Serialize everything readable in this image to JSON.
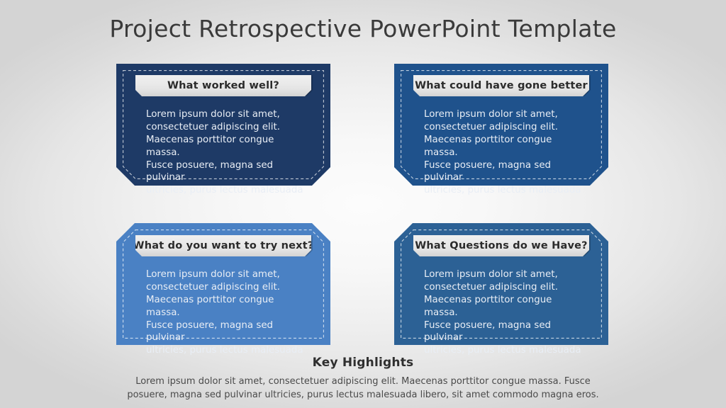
{
  "slide": {
    "title": "Project Retrospective PowerPoint Template",
    "background_edge_color": "#d4d4d4",
    "background_center_color": "#fcfcfc"
  },
  "cards": [
    {
      "id": "what-worked-well",
      "label": "What worked well?",
      "body": "Lorem ipsum dolor sit amet,\nconsectetuer adipiscing elit.\nMaecenas porttitor congue massa.\nFusce posuere, magna sed pulvinar\nultricies, purus lectus malesuada",
      "fill_color": "#1e3a66",
      "position": "top-left"
    },
    {
      "id": "what-could-have-gone-better",
      "label": "What could have gone better",
      "body": "Lorem ipsum dolor sit amet,\nconsectetuer adipiscing elit.\nMaecenas porttitor congue massa.\nFusce posuere, magna sed pulvinar\nultricies, purus lectus malesuada",
      "fill_color": "#1f528c",
      "position": "top-right"
    },
    {
      "id": "what-do-you-want-to-try-next",
      "label": "What do you want to try next?",
      "body": "Lorem ipsum dolor sit amet,\nconsectetuer adipiscing elit.\nMaecenas porttitor congue massa.\nFusce posuere, magna sed pulvinar\nultricies, purus lectus malesuada",
      "fill_color": "#4a81c4",
      "position": "bottom-left"
    },
    {
      "id": "what-questions-do-we-have",
      "label": "What Questions do we Have?",
      "body": "Lorem ipsum dolor sit amet,\nconsectetuer adipiscing elit.\nMaecenas porttitor congue massa.\nFusce posuere, magna sed pulvinar\nultricies, purus lectus malesuada",
      "fill_color": "#2c6195",
      "position": "bottom-right"
    }
  ],
  "footer": {
    "title": "Key Highlights",
    "text": "Lorem ipsum dolor sit amet, consectetuer adipiscing elit. Maecenas porttitor congue massa. Fusce posuere, magna sed pulvinar ultricies, purus lectus malesuada libero, sit amet commodo magna eros."
  }
}
